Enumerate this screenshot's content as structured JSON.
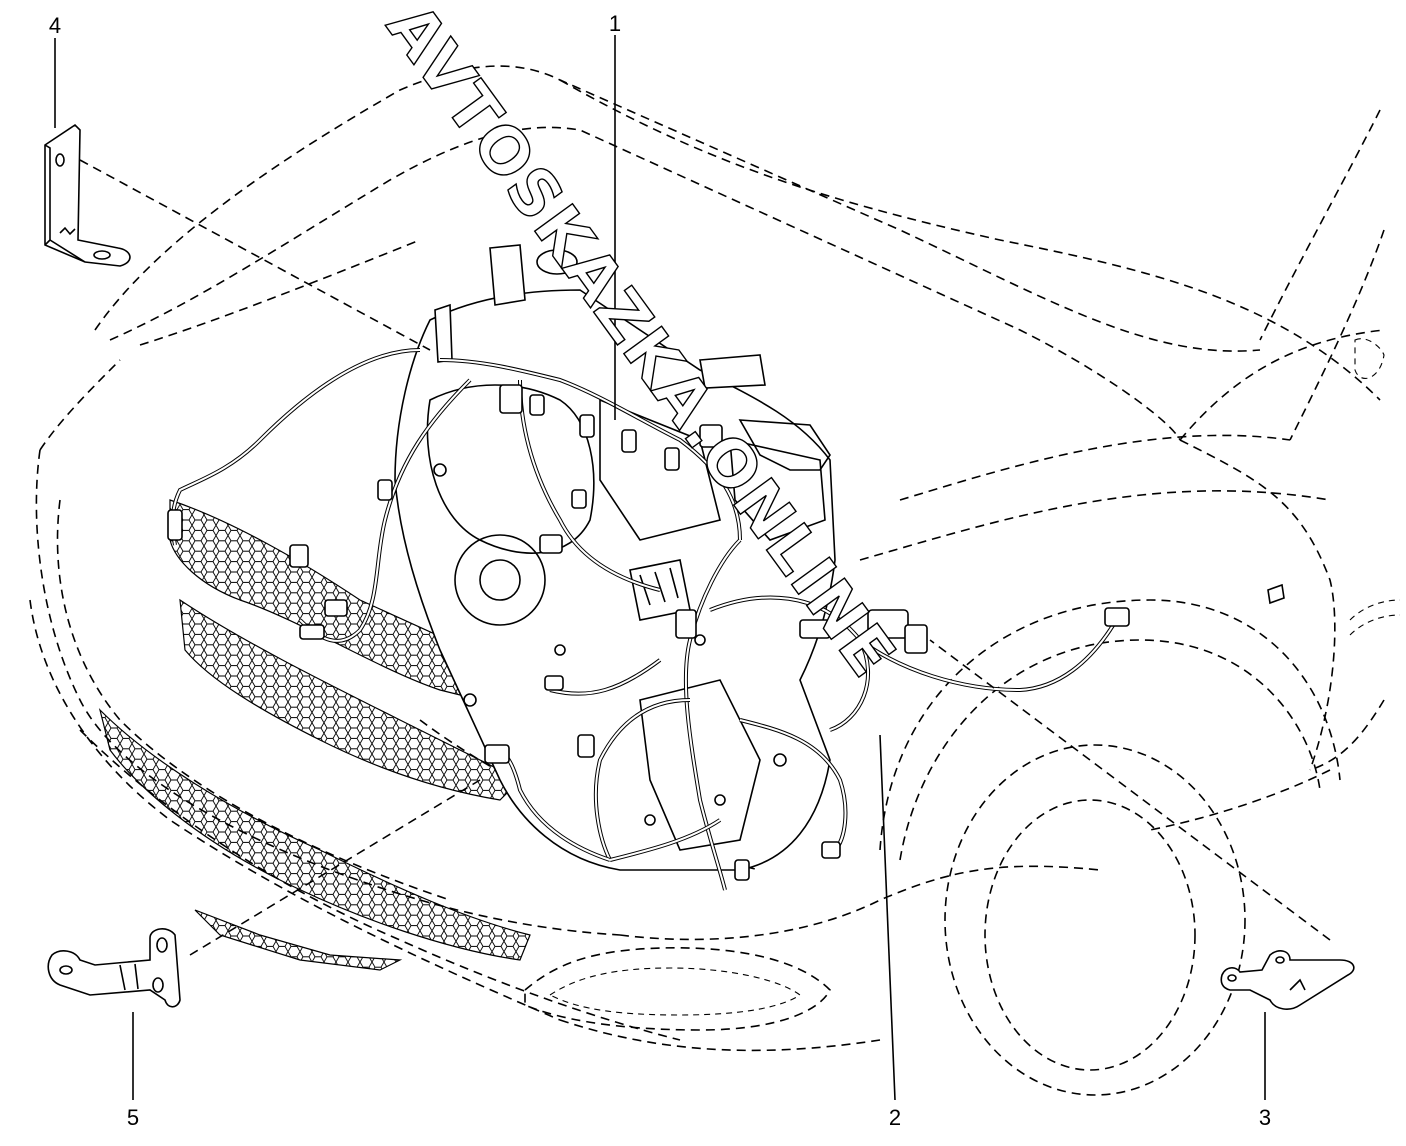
{
  "diagram": {
    "callouts": [
      {
        "id": "1",
        "label": "1"
      },
      {
        "id": "2",
        "label": "2"
      },
      {
        "id": "3",
        "label": "3"
      },
      {
        "id": "4",
        "label": "4"
      },
      {
        "id": "5",
        "label": "5"
      }
    ],
    "watermark": "AVTOSKAZKA.ONLINE"
  }
}
